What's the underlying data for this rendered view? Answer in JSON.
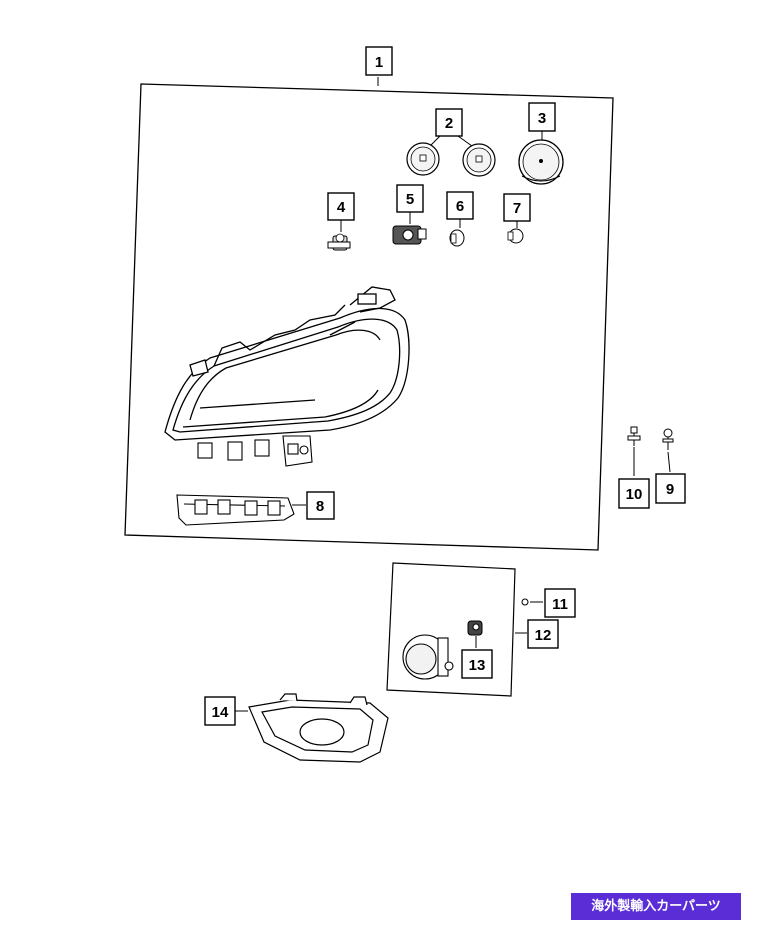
{
  "callouts": {
    "c1": "1",
    "c2": "2",
    "c3": "3",
    "c4": "4",
    "c5": "5",
    "c6": "6",
    "c7": "7",
    "c8": "8",
    "c9": "9",
    "c10": "10",
    "c11": "11",
    "c12": "12",
    "c13": "13",
    "c14": "14"
  },
  "watermark": {
    "text": "海外製輸入カーパーツ",
    "color": "#5a2dd6"
  },
  "colors": {
    "line": "#000000",
    "background": "#ffffff"
  }
}
